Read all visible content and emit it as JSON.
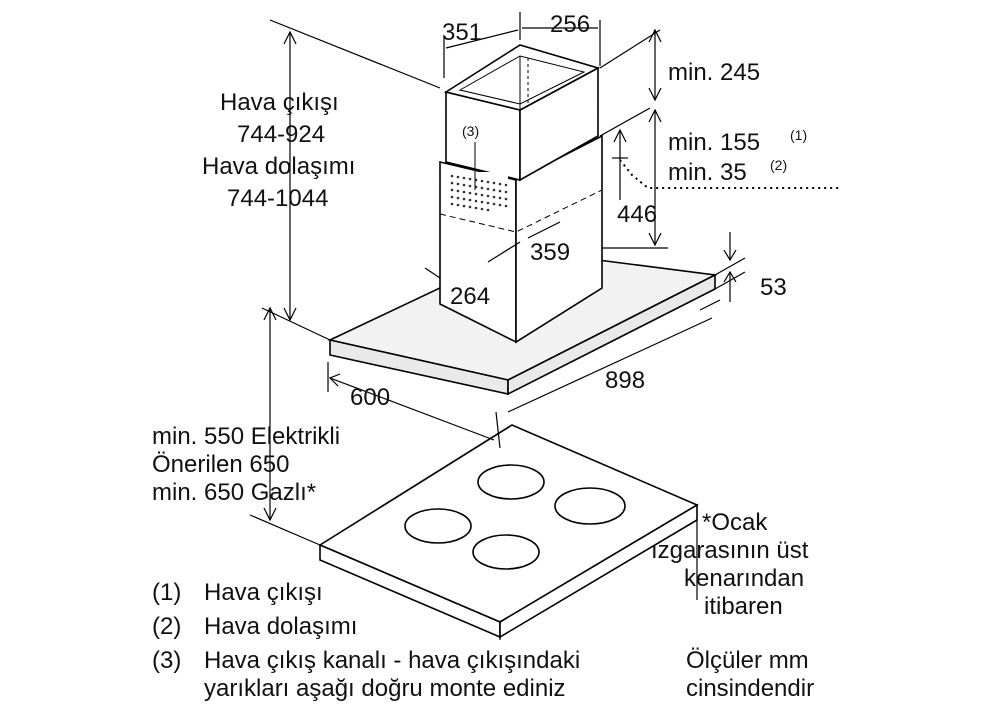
{
  "dimensions": {
    "top_width_left": "351",
    "top_width_right": "256",
    "chimney_upper": "min. 245",
    "air_outlet_clearance": "min. 155",
    "air_outlet_marker": "(1)",
    "recirc_clearance": "min. 35",
    "recirc_marker": "(2)",
    "chimney_overlap": "446",
    "inner_depth": "359",
    "inner_width": "264",
    "canopy_height": "53",
    "canopy_depth": "600",
    "canopy_width": "898",
    "vent_marker": "(3)"
  },
  "height_label": {
    "line1": "Hava çıkışı",
    "line2": "744-924",
    "line3": "Hava dolaşımı",
    "line4": "744-1044"
  },
  "distance_label": {
    "line1": "min. 550 Elektrikli",
    "line2": "Önerilen 650",
    "line3": "min. 650 Gazlı*"
  },
  "footnote": {
    "line1": "*Ocak",
    "line2": "ızgarasının üst",
    "line3": "kenarından",
    "line4": "itibaren"
  },
  "units_note": {
    "line1": "Ölçüler mm",
    "line2": "cinsindendir"
  },
  "legend": [
    {
      "num": "(1)",
      "text": "Hava çıkışı"
    },
    {
      "num": "(2)",
      "text": "Hava dolaşımı"
    },
    {
      "num": "(3)",
      "text": "Hava çıkış kanalı - hava çıkışındaki"
    },
    {
      "num": "",
      "text": "yarıkları aşağı doğru monte ediniz"
    }
  ],
  "colors": {
    "hood_fill": "#f2f2f2",
    "chimney_fill": "#ffffff",
    "cooktop_fill": "#ffffff",
    "line": "#000000"
  }
}
